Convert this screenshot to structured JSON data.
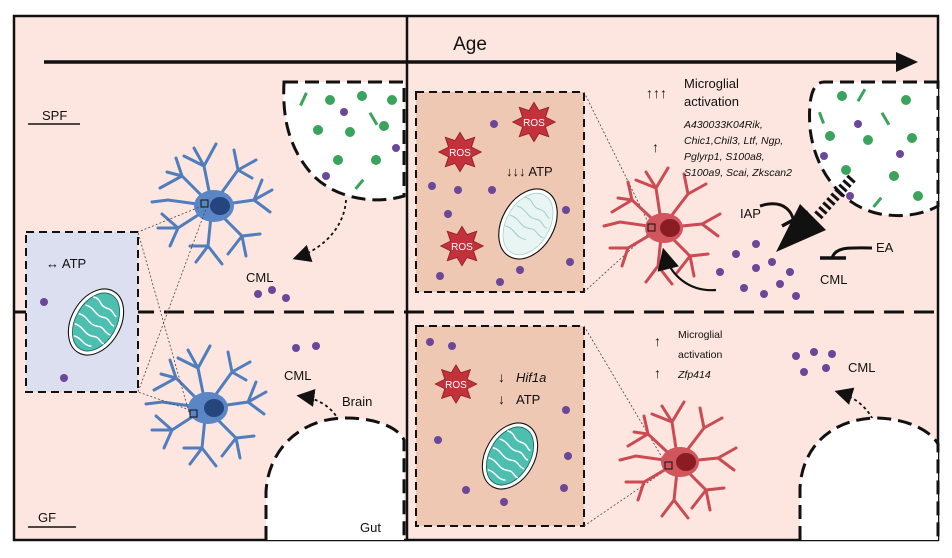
{
  "colors": {
    "background": "#fde6df",
    "spf_left_panel": "#dcdff0",
    "inset_brown": "#efc8b4",
    "young_microglia": "#5b86c5",
    "old_microglia": "#d0555c",
    "ros": "#c3313a",
    "cml_dot": "#6a4799",
    "mito": "#4cbfb0",
    "gut_bacteria": "#3aa35c"
  },
  "icons": [
    "arrow-right-icon",
    "ros-star-icon",
    "mitochondrion-icon",
    "microglia-icon",
    "bacteria-icon",
    "inhibition-bar-icon"
  ],
  "age_label": "Age",
  "spf_label": "SPF",
  "gf_label": "GF",
  "brain_label": "Brain",
  "gut_label": "Gut",
  "spf_young": {
    "atp_label": "↔ ATP",
    "cml_label": "CML"
  },
  "gf_young": {
    "cml_label": "CML"
  },
  "spf_aged": {
    "ros_label": "ROS",
    "atp_label": "↓↓↓ ATP",
    "activation_arrows": "↑↑↑",
    "activation_label_1": "Microglial",
    "activation_label_2": "activation",
    "genes_arrow": "↑",
    "genes": [
      "A430033K04Rik,",
      "Chic1,Chil3, Ltf, Ngp,",
      "Pglyrp1, S100a8,",
      "S100a9, Scai, Zkscan2"
    ],
    "iap_label": "IAP",
    "ea_label": "EA",
    "cml_label": "CML"
  },
  "gf_aged": {
    "ros_label": "ROS",
    "hif_arrow": "↓",
    "hif_label": "Hif1a",
    "atp_arrow": "↓",
    "atp_label": "ATP",
    "activation_arrow": "↑",
    "activation_label_1": "Microglial",
    "activation_label_2": "activation",
    "zfp_arrow": "↑",
    "zfp_label": "Zfp414",
    "cml_label": "CML"
  }
}
